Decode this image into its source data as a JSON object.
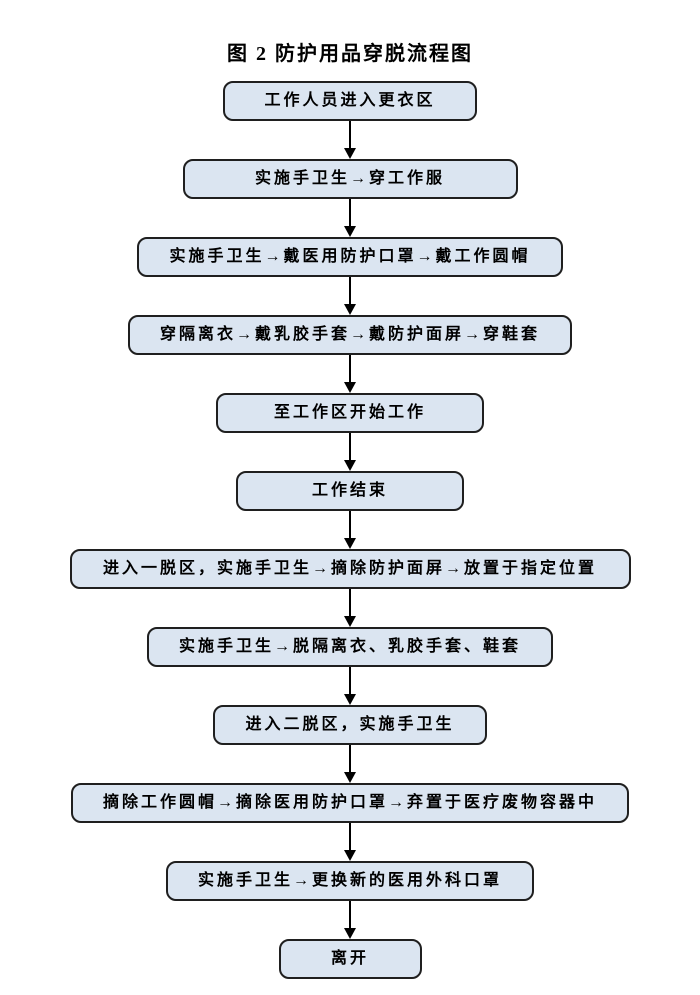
{
  "title": "图 2 防护用品穿脱流程图",
  "flow": {
    "steps": [
      {
        "label": "工作人员进入更衣区"
      },
      {
        "label": "实施手卫生→穿工作服"
      },
      {
        "label": "实施手卫生→戴医用防护口罩→戴工作圆帽"
      },
      {
        "label": "穿隔离衣→戴乳胶手套→戴防护面屏→穿鞋套"
      },
      {
        "label": "至工作区开始工作"
      },
      {
        "label": "工作结束"
      },
      {
        "label": "进入一脱区，实施手卫生→摘除防护面屏→放置于指定位置"
      },
      {
        "label": "实施手卫生→脱隔离衣、乳胶手套、鞋套"
      },
      {
        "label": "进入二脱区，实施手卫生"
      },
      {
        "label": "摘除工作圆帽→摘除医用防护口罩→弃置于医疗废物容器中"
      },
      {
        "label": "实施手卫生→更换新的医用外科口罩"
      },
      {
        "label": "离开"
      }
    ]
  },
  "colors": {
    "node_fill": "#dbe5f1",
    "node_border": "#1f1f1f",
    "arrow": "#000000",
    "text": "#000000"
  }
}
